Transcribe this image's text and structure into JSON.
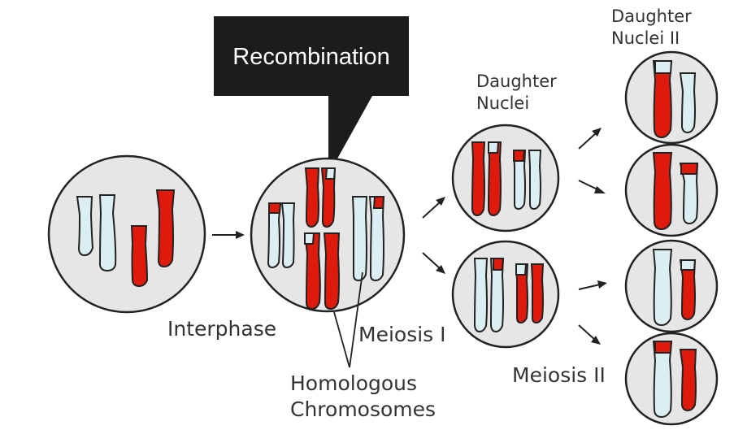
{
  "callout": {
    "text": "Recombination"
  },
  "labels": {
    "interphase": "Interphase",
    "meiosis_1": "Meiosis I",
    "meiosis_2": "Meiosis II",
    "homologous": [
      "Homologous",
      "Chromosomes"
    ],
    "daughter_nuclei": [
      "Daughter",
      "Nuclei"
    ],
    "daughter_nuclei_2": [
      "Daughter",
      "Nuclei II"
    ]
  },
  "colors": {
    "red": "#dd1a0c",
    "light_blue": "#dbeef2",
    "cell_fill": "#e6e6e6",
    "outline": "#222222",
    "callout_fill": "#1c1c1c"
  }
}
